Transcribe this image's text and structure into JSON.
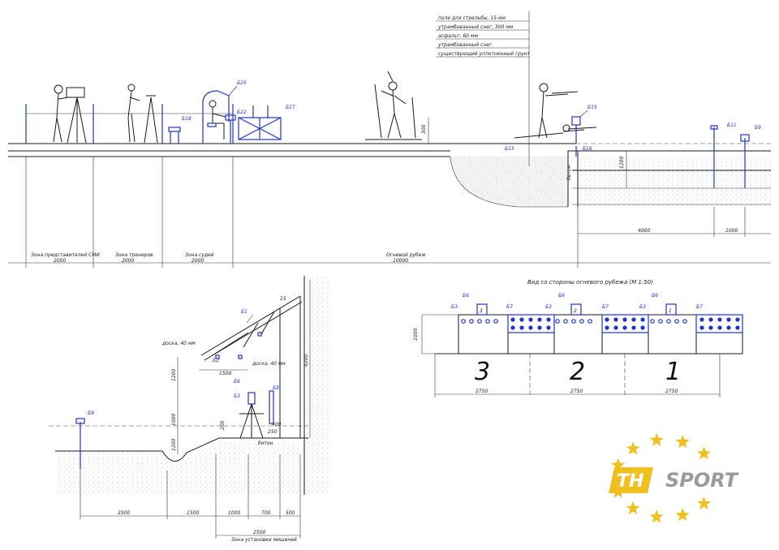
{
  "top_section": {
    "layers": [
      "поле для стрельбы, 15 мм",
      "утрамбованный снег, 300 мм",
      "асфальт, 60 мм",
      "утрамбованный снег",
      "существующий уплотненный грунт"
    ],
    "markers": {
      "b25": "Б25",
      "b18": "Б18",
      "b22": "Б22",
      "b17": "Б17",
      "b15": "Б15",
      "b13": "Б13",
      "b16": "Б16",
      "b11": "Б11",
      "b9": "Б9"
    },
    "concrete": "бетон",
    "dims": {
      "h300": "300",
      "h1200": "1200",
      "d4000": "4000",
      "d1000": "1000"
    },
    "zones": [
      {
        "label": "Зона представителей СМИ",
        "size": "2000"
      },
      {
        "label": "Зона тренеров",
        "size": "2000"
      },
      {
        "label": "Зона судей",
        "size": "2000"
      },
      {
        "label": "Огневой рубеж",
        "size": "10000"
      }
    ]
  },
  "side_view": {
    "markers": {
      "b1": "Б1",
      "b2": "Б2",
      "b6": "Б6",
      "b3": "Б3",
      "b8": "Б8",
      "b9": "Б9"
    },
    "notes": {
      "board1": "доска, 40 мм",
      "board2": "доска, 40 мм",
      "concrete": "бетон",
      "angle": "15"
    },
    "dims_v": {
      "h1200a": "1200",
      "h1000": "1000",
      "h1200b": "1200",
      "h200": "200",
      "h400": "400",
      "h250": "250",
      "h4200": "4200"
    },
    "dims_h": {
      "w1500top": "1500",
      "w2500": "2500",
      "w1500": "1500",
      "w1000": "1000",
      "w700": "700",
      "w500": "500",
      "w2500b": "2500"
    },
    "zone": "Зона установки мишеней"
  },
  "front_view": {
    "title": "Вид со стороны огневого рубежа  (М 1:50)",
    "height": "1000",
    "markers": {
      "b3": "Б3",
      "b6": "Б6",
      "b7": "Б7"
    },
    "lanes": [
      {
        "number": "3",
        "width": "2750"
      },
      {
        "number": "2",
        "width": "2750"
      },
      {
        "number": "1",
        "width": "2750"
      }
    ]
  },
  "logo": {
    "th": "TH",
    "sport": "SPORT",
    "star_color": "#f0c020"
  }
}
